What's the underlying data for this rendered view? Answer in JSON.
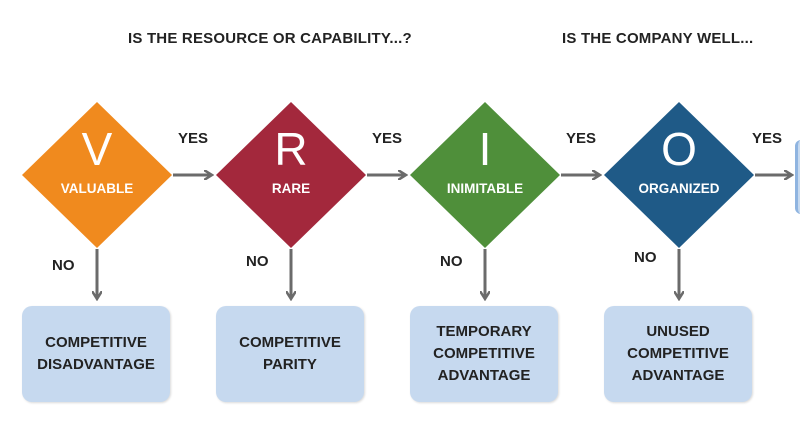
{
  "headers": {
    "left": "IS THE RESOURCE OR CAPABILITY...?",
    "right": "IS THE COMPANY WELL..."
  },
  "colors": {
    "valuable": "#f08a1e",
    "rare": "#a3283c",
    "inimitable": "#4f8f3a",
    "organized": "#1f5a87",
    "outcome_box": "#c6d9ef",
    "arrow": "#6b6b6b"
  },
  "diamonds": [
    {
      "letter": "V",
      "word": "VALUABLE"
    },
    {
      "letter": "R",
      "word": "RARE"
    },
    {
      "letter": "I",
      "word": "INIMITABLE"
    },
    {
      "letter": "O",
      "word": "ORGANIZED"
    }
  ],
  "yes_labels": [
    "YES",
    "YES",
    "YES",
    "YES"
  ],
  "no_labels": [
    "NO",
    "NO",
    "NO",
    "NO"
  ],
  "outcomes": [
    {
      "lines": [
        "COMPETITIVE",
        "DISADVANTAGE"
      ]
    },
    {
      "lines": [
        "COMPETITIVE",
        "PARITY"
      ]
    },
    {
      "lines": [
        "TEMPORARY",
        "COMPETITIVE",
        "ADVANTAGE"
      ]
    },
    {
      "lines": [
        "UNUSED",
        "COMPETITIVE",
        "ADVANTAGE"
      ]
    }
  ]
}
